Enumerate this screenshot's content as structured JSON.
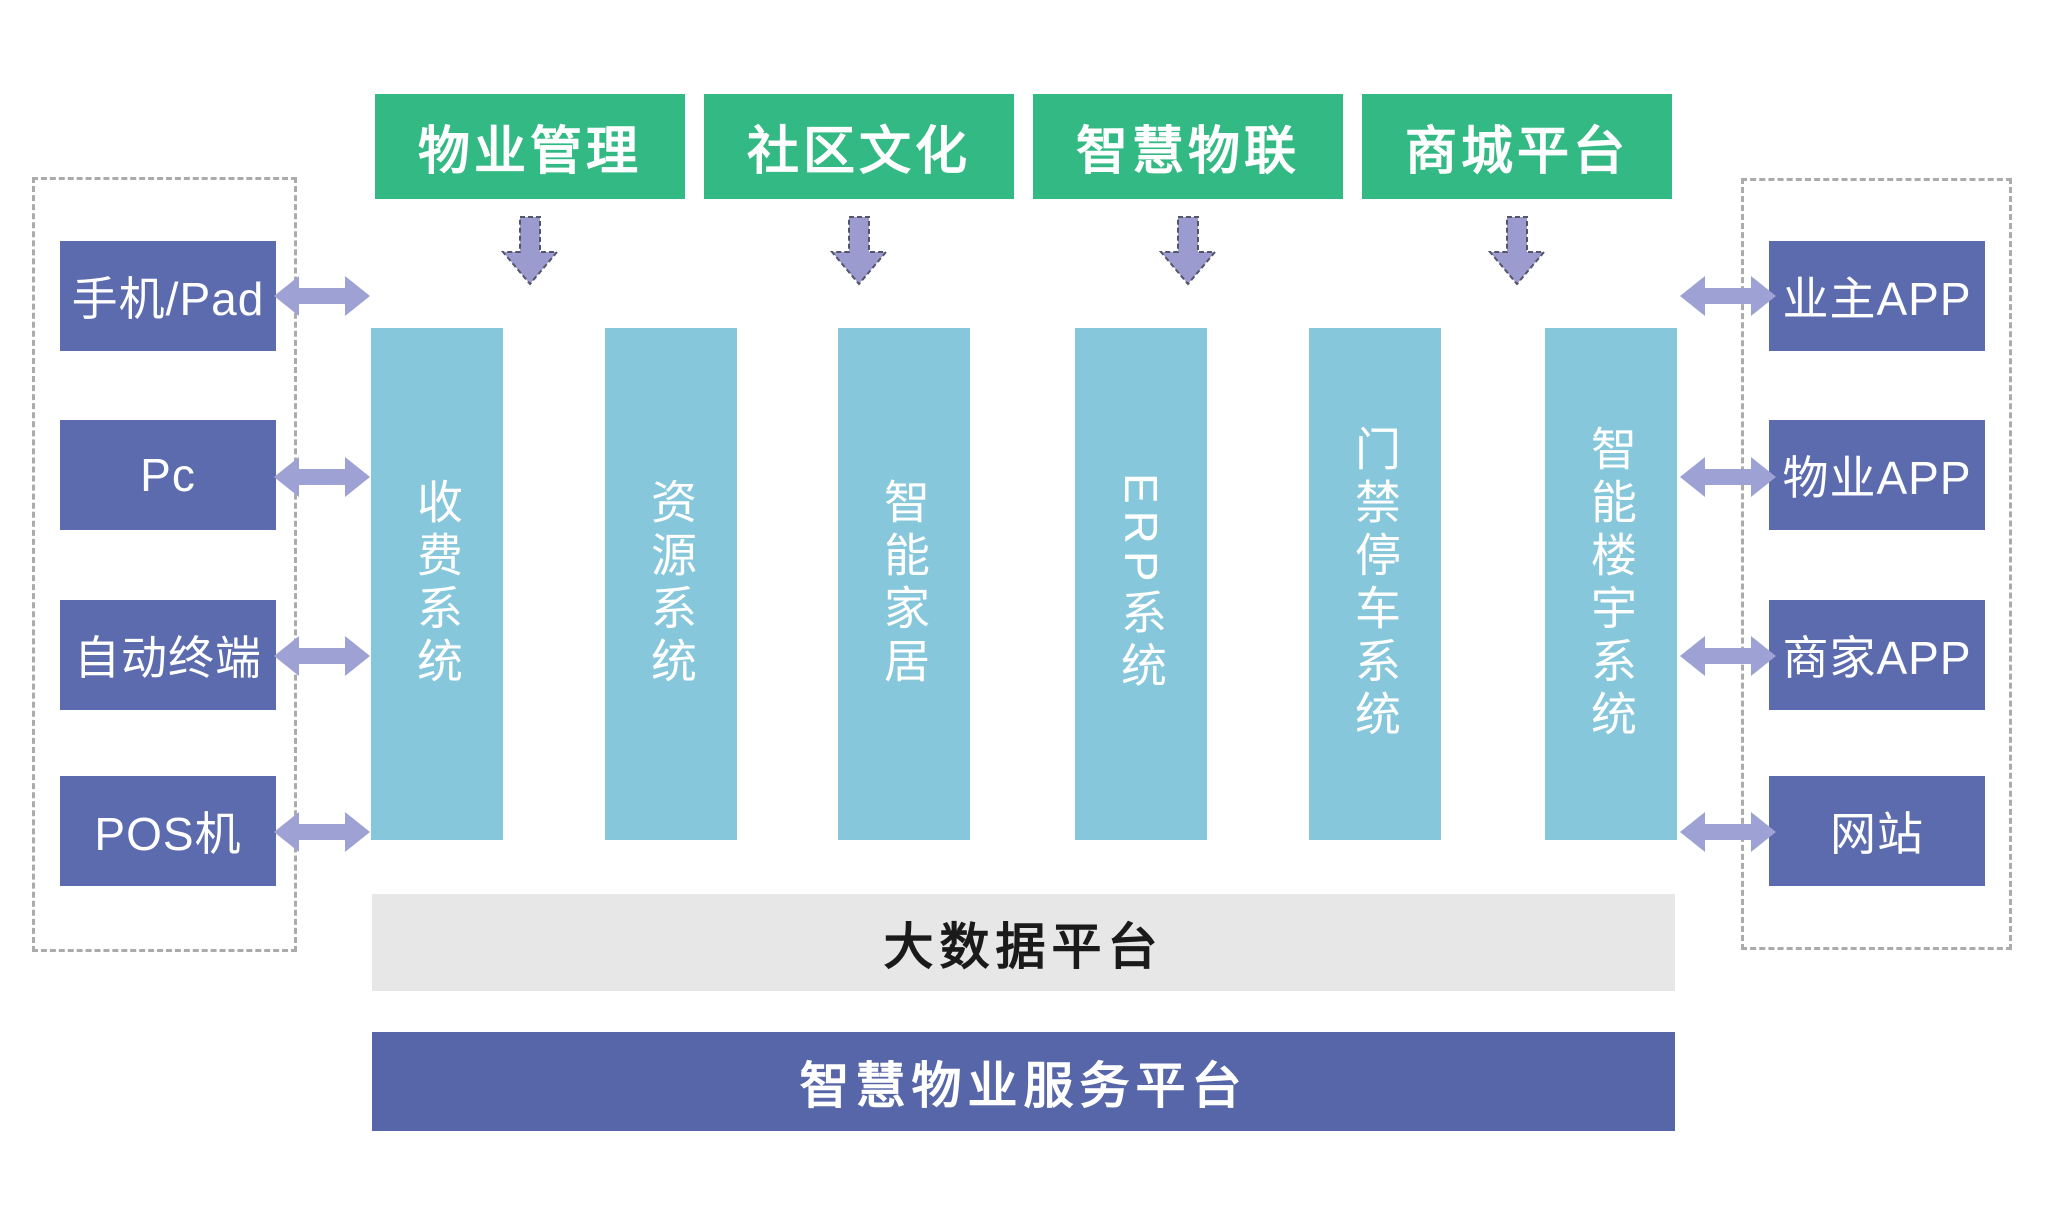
{
  "top_modules": {
    "items": [
      "物业管理",
      "社区文化",
      "智慧物联",
      "商城平台"
    ]
  },
  "systems": {
    "items": [
      "收费系统",
      "资源系统",
      "智能家居",
      "ERP系统",
      "门禁停车系统",
      "智能楼宇系统"
    ]
  },
  "left_devices": {
    "items": [
      "手机/Pad",
      "Pc",
      "自动终端",
      "POS机"
    ]
  },
  "right_apps": {
    "items": [
      "业主APP",
      "物业APP",
      "商家APP",
      "网站"
    ]
  },
  "platforms": {
    "big_data": "大数据平台",
    "service": "智慧物业服务平台"
  },
  "icons": {
    "down_arrow": "down-arrow-icon",
    "double_arrow": "double-arrow-icon"
  },
  "colors": {
    "module_green": "#33B983",
    "node_purple": "#5B6BAE",
    "system_teal": "#87C7DB",
    "arrow_light_purple": "#9EA1D4",
    "down_arrow_purple": "#9B9BD0",
    "platform_gray": "#E7E7E7",
    "platform_bar_purple": "#5666A8",
    "dashed_border_gray": "#ABABAB",
    "text_white": "#FFFFFF",
    "text_black": "#1A1A1A"
  }
}
